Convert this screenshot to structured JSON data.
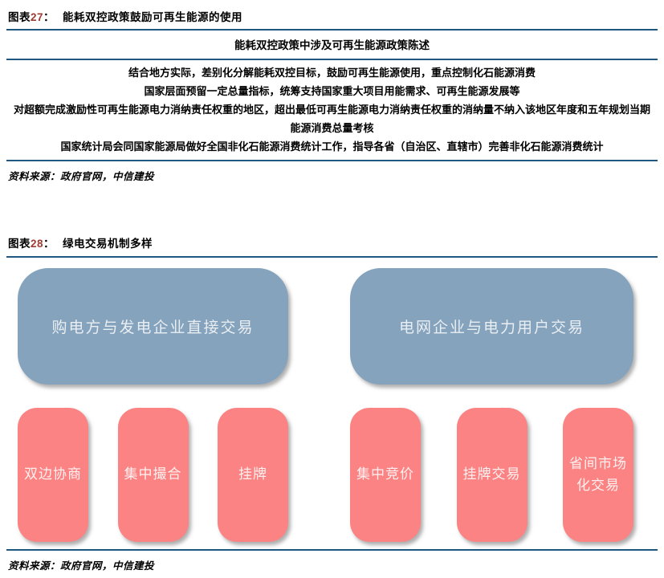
{
  "colors": {
    "accent_line": "#1F5780",
    "figure_number_red": "#A03B32",
    "parent_box_blue": "#85A3BC",
    "child_box_pink": "#FB8383"
  },
  "figure27": {
    "label_prefix": "图表",
    "label_num": "27",
    "label_colon": "：",
    "title": "能耗双控政策鼓励可再生能源的使用",
    "table_header": "能耗双控政策中涉及可再生能源政策陈述",
    "rows": [
      "结合地方实际，差别化分解能耗双控目标，鼓励可再生能源使用，重点控制化石能源消费",
      "国家层面预留一定总量指标，统筹支持国家重大项目用能需求、可再生能源发展等",
      "对超额完成激励性可再生能源电力消纳责任权重的地区，超出最低可再生能源电力消纳责任权重的消纳量不纳入该地区年度和五年规划当期能源消费总量考核",
      "国家统计局会同国家能源局做好全国非化石能源消费统计工作，指导各省（自治区、直辖市）完善非化石能源消费统计"
    ],
    "source": "资料来源：政府官网，中信建投"
  },
  "figure28": {
    "label_prefix": "图表",
    "label_num": "28",
    "label_colon": "：",
    "title": "绿电交易机制多样",
    "left_parent": "购电方与发电企业直接交易",
    "right_parent": "电网企业与电力用户交易",
    "left_children": [
      "双边协商",
      "集中撮合",
      "挂牌"
    ],
    "right_children": [
      "集中竞价",
      "挂牌交易",
      "省间市场化交易"
    ],
    "source": "资料来源：政府官网，中信建投"
  }
}
